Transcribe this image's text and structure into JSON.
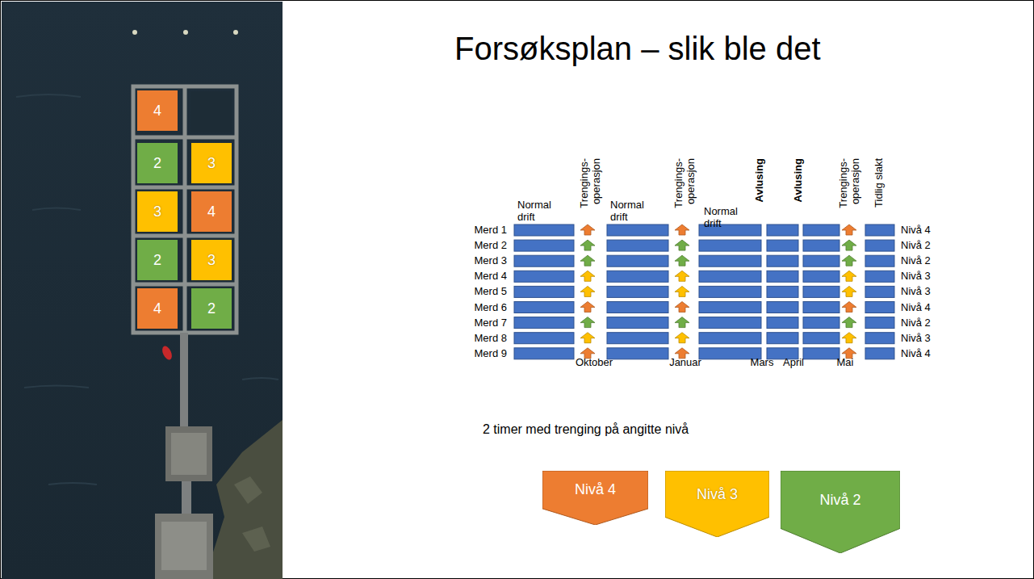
{
  "diagram": {
    "title": "Forsøksplan – slik ble det",
    "nodes": [
      {
        "text": [
          "4"
        ]
      },
      {
        "text": [
          "2"
        ]
      },
      {
        "text": [
          "3"
        ]
      },
      {
        "text": [
          "3"
        ]
      },
      {
        "text": [
          "4"
        ]
      },
      {
        "text": [
          "2"
        ]
      },
      {
        "text": [
          "3"
        ]
      },
      {
        "text": [
          "4"
        ]
      },
      {
        "text": [
          "2"
        ]
      },
      {
        "text": [
          "Nivå 4"
        ]
      },
      {
        "text": [
          "Nivå 3"
        ]
      },
      {
        "text": [
          "Nivå 2"
        ]
      }
    ],
    "edges": [],
    "labels": [
      "Normal drift",
      "Trengings- operasjon",
      "Normal drift",
      "Trengings- operasjon",
      "Normal drift",
      "Avlusing",
      "Avlusing",
      "Trengings- operasjon",
      "Tidlig slakt",
      "Merd 1",
      "Merd 2",
      "Merd 3",
      "Merd 4",
      "Merd 5",
      "Merd 6",
      "Merd 7",
      "Merd 8",
      "Merd 9",
      "Nivå 4",
      "Nivå 2",
      "Nivå 2",
      "Nivå 3",
      "Nivå 3",
      "Nivå 4",
      "Nivå 2",
      "Nivå 3",
      "Nivå 4",
      "Oktober",
      "Januar",
      "Mars",
      "April",
      "Mai",
      "2 timer med trenging på angitte nivå"
    ]
  }
}
